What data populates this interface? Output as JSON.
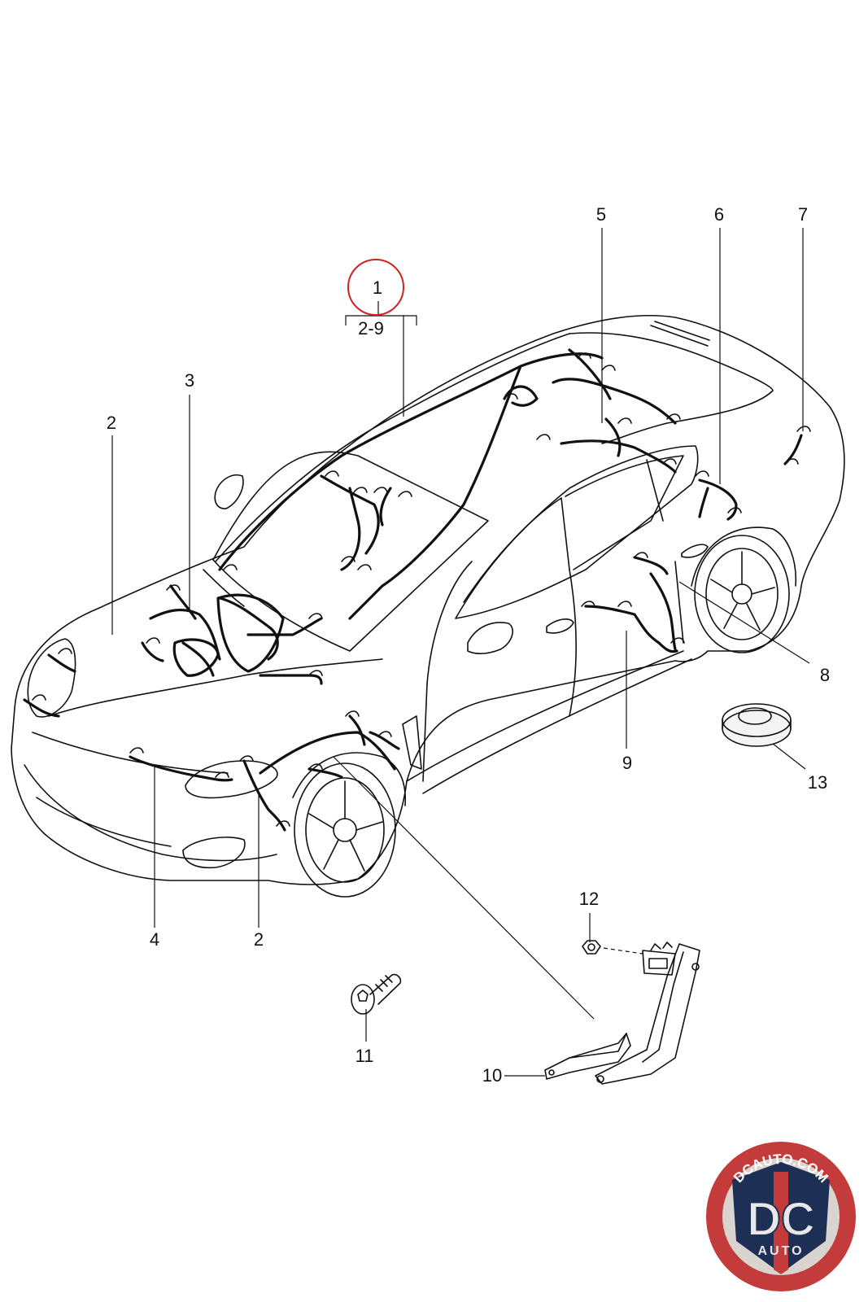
{
  "diagram": {
    "callouts": {
      "c1": "1",
      "c1_range": "2-9",
      "c2a": "2",
      "c2b": "2",
      "c3": "3",
      "c4": "4",
      "c5": "5",
      "c6": "6",
      "c7": "7",
      "c8": "8",
      "c9": "9",
      "c10": "10",
      "c11": "11",
      "c12": "12",
      "c13": "13"
    },
    "highlight_color": "#d11f1f",
    "line_color": "#111111"
  },
  "logo": {
    "site": "DCAUTO.COM",
    "initials": "DC",
    "word": "AUTO",
    "ring_color": "#c33b3b",
    "badge_color": "#1e2f55"
  }
}
